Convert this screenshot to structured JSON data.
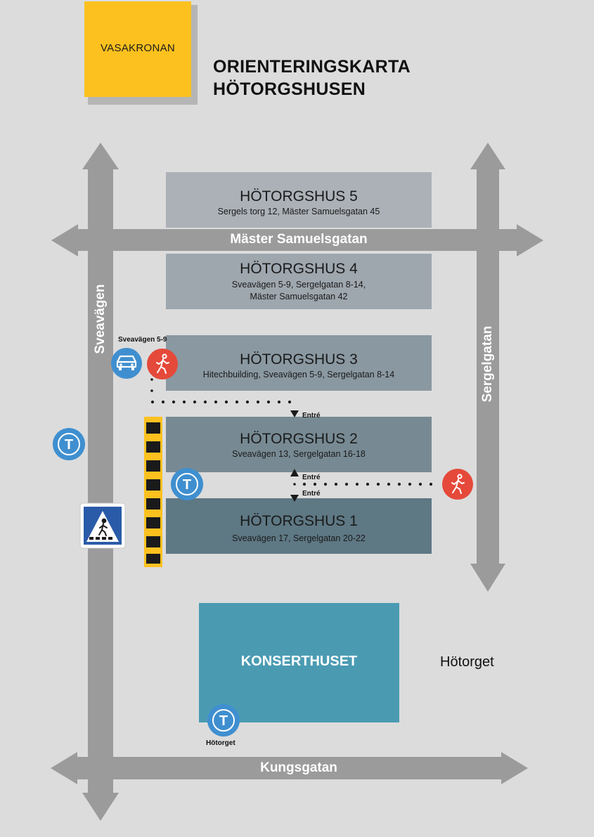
{
  "logo": {
    "text": "VASAKRONAN",
    "color": "#fcc11f"
  },
  "title": {
    "line1": "ORIENTERINGSKARTA",
    "line2": "HÖTORGSHUSEN"
  },
  "streets": {
    "sveavagen": "Sveavägen",
    "sergelgatan": "Sergelgatan",
    "master_samuelsgatan": "Mäster Samuelsgatan",
    "kungsgatan": "Kungsgatan"
  },
  "buildings": [
    {
      "name": "HÖTORGSHUS 5",
      "address": [
        "Sergels torg 12, Mäster Samuelsgatan 45"
      ],
      "color": "#acb1b7"
    },
    {
      "name": "HÖTORGSHUS 4",
      "address": [
        "Sveavägen 5-9, Sergelgatan 8-14,",
        "Mäster Samuelsgatan 42"
      ],
      "color": "#9ea6ae"
    },
    {
      "name": "HÖTORGSHUS 3",
      "address": [
        "Hitechbuilding, Sveavägen 5-9, Sergelgatan 8-14"
      ],
      "color": "#8a98a1"
    },
    {
      "name": "HÖTORGSHUS 2",
      "address": [
        "Sveavägen 13, Sergelgatan 16-18"
      ],
      "color": "#778a93"
    },
    {
      "name": "HÖTORGSHUS 1",
      "address": [
        "Sveavägen 17, Sergelgatan 20-22"
      ],
      "color": "#5e7884"
    }
  ],
  "konserthuset": {
    "name": "KONSERTHUSET",
    "color": "#4a9bb2"
  },
  "square_label": "Hötorget",
  "labels": {
    "parking": "Sveavägen 5-9",
    "entrance": "Entré",
    "metro_station": "Hötorget"
  },
  "icons": {
    "car": "car-icon",
    "pedestrian": "pedestrian-icon",
    "metro": "metro-t-icon",
    "crossing": "pedestrian-crossing-sign-icon"
  },
  "colors": {
    "road": "#9b9b9b",
    "metro": "#3f8fd0",
    "pedestrian": "#e5493a",
    "background": "#dcdcdc"
  }
}
